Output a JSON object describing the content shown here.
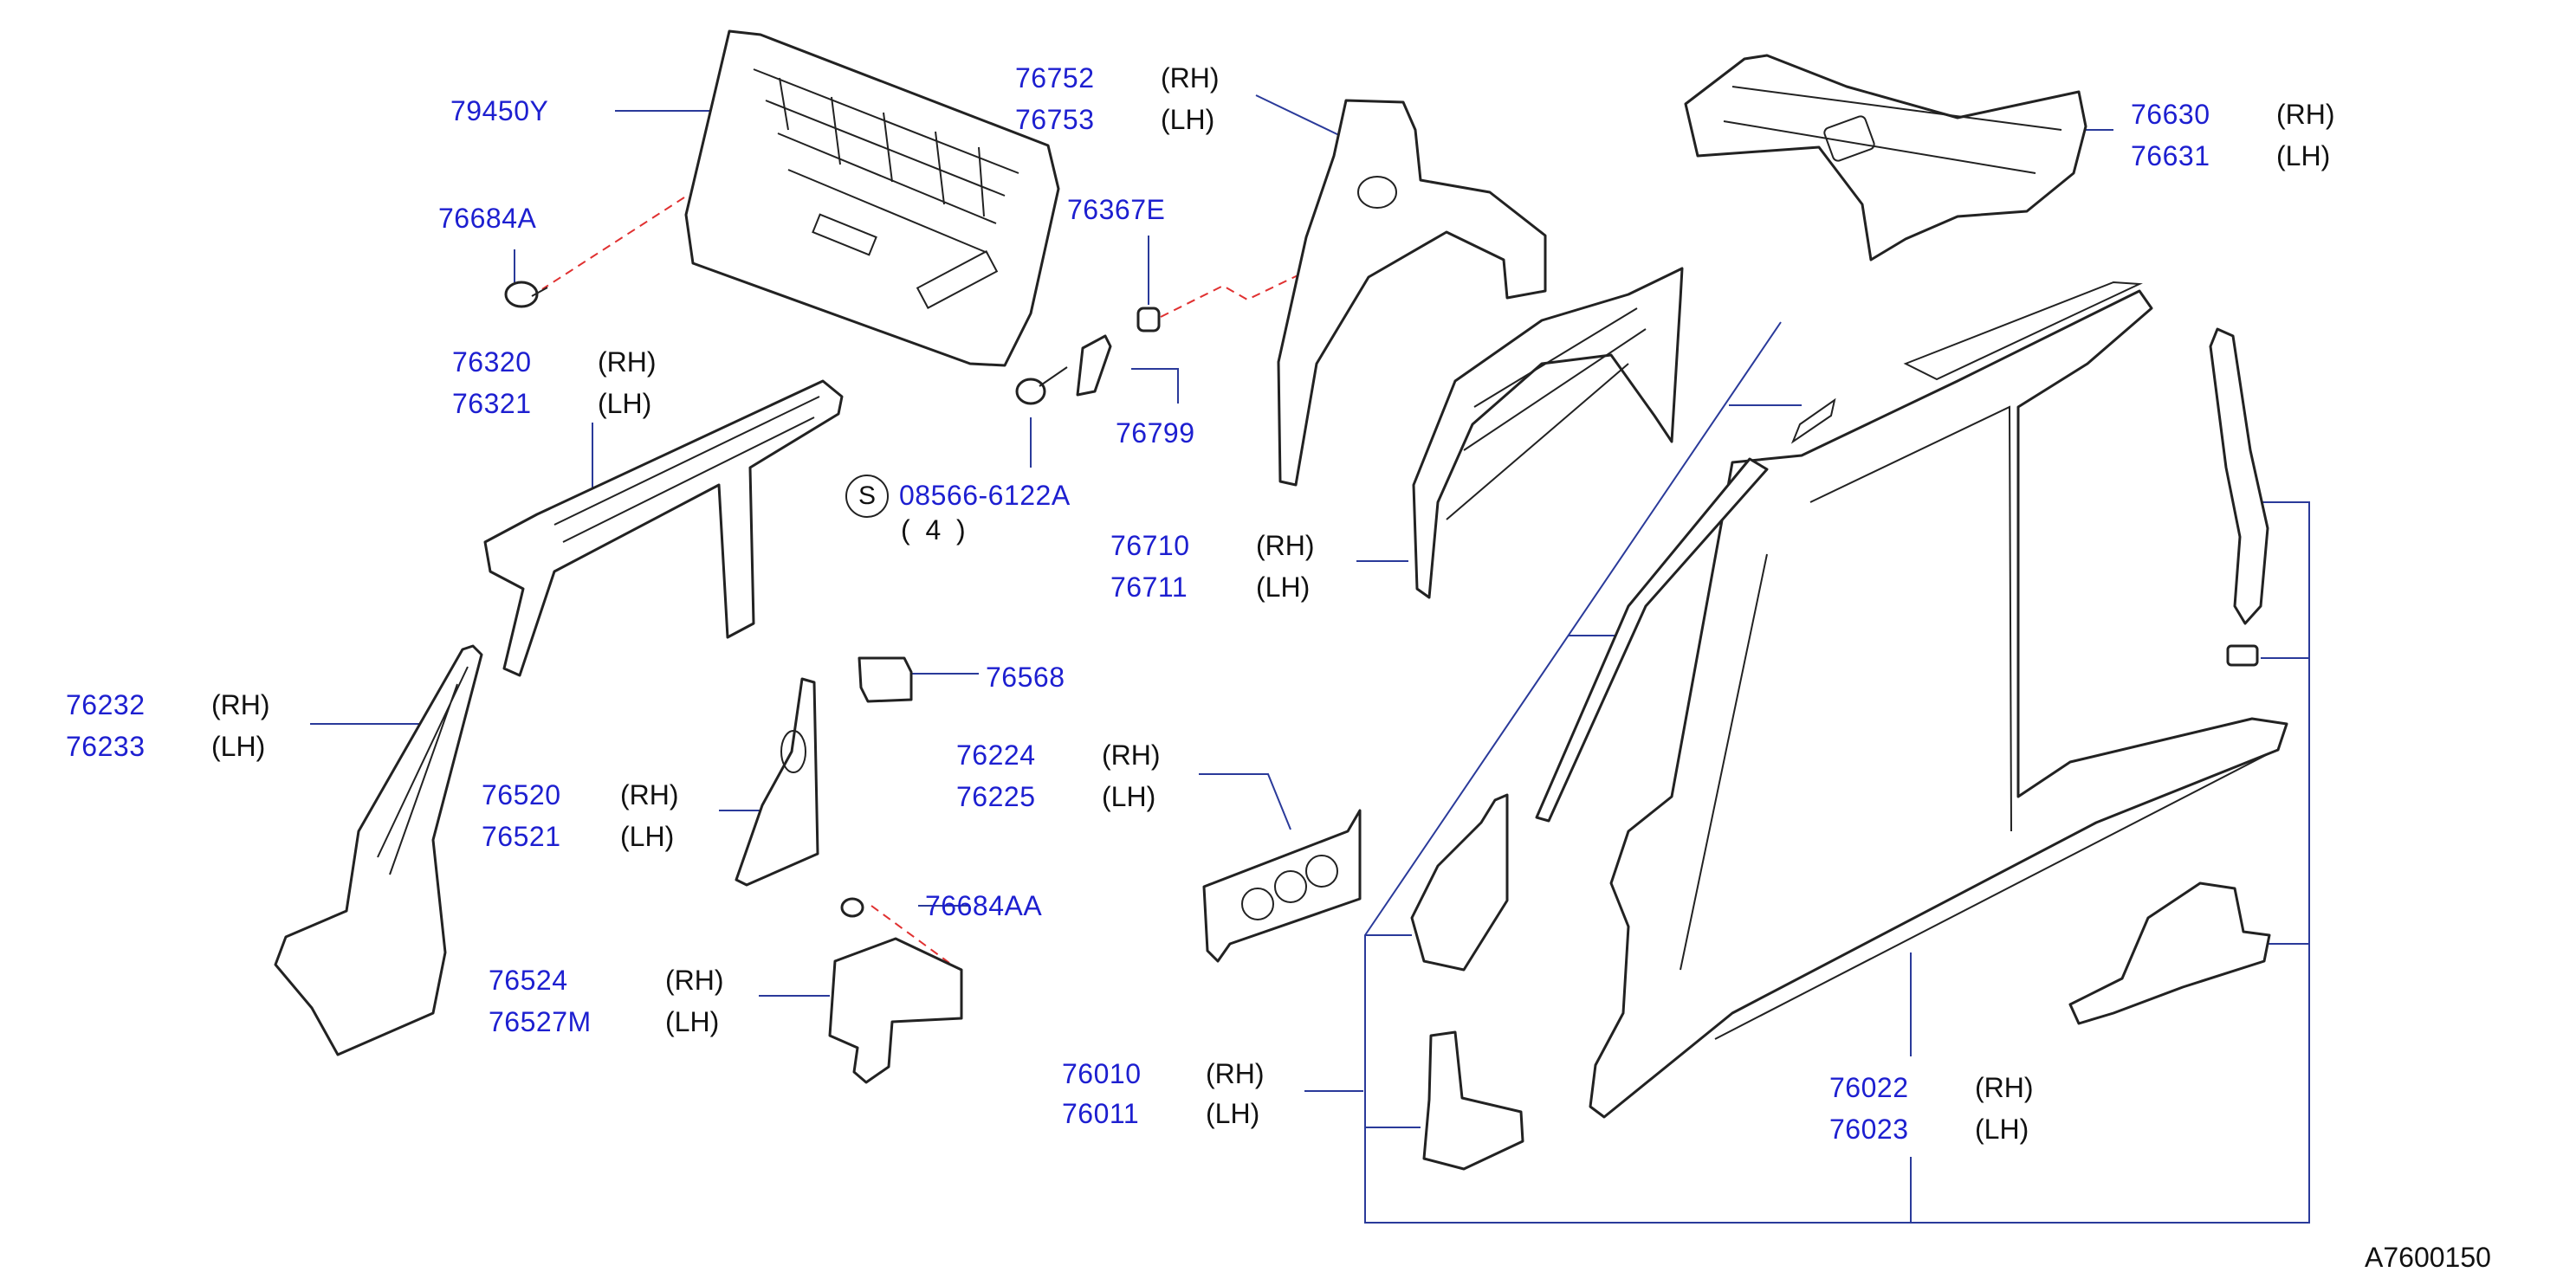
{
  "diagram_ref": "A7600150",
  "colors": {
    "part_number": "#1d1fd0",
    "leader": "#2a3a9a",
    "dashed": "#e03030",
    "outline": "#222222"
  },
  "parts": [
    {
      "id": "p79450Y",
      "number": "79450Y",
      "side": ""
    },
    {
      "id": "p76684A",
      "number": "76684A",
      "side": ""
    },
    {
      "id": "p76320",
      "number": "76320",
      "side": "(RH)"
    },
    {
      "id": "p76321",
      "number": "76321",
      "side": "(LH)"
    },
    {
      "id": "p76232",
      "number": "76232",
      "side": "(RH)"
    },
    {
      "id": "p76233",
      "number": "76233",
      "side": "(LH)"
    },
    {
      "id": "p76520",
      "number": "76520",
      "side": "(RH)"
    },
    {
      "id": "p76521",
      "number": "76521",
      "side": "(LH)"
    },
    {
      "id": "p76524",
      "number": "76524",
      "side": "(RH)"
    },
    {
      "id": "p76527M",
      "number": "76527M",
      "side": "(LH)"
    },
    {
      "id": "p76752",
      "number": "76752",
      "side": "(RH)"
    },
    {
      "id": "p76753",
      "number": "76753",
      "side": "(LH)"
    },
    {
      "id": "p76367E",
      "number": "76367E",
      "side": ""
    },
    {
      "id": "p76799",
      "number": "76799",
      "side": ""
    },
    {
      "id": "p08566",
      "number": "08566-6122A",
      "side": ""
    },
    {
      "id": "p76568",
      "number": "76568",
      "side": ""
    },
    {
      "id": "p76224",
      "number": "76224",
      "side": "(RH)"
    },
    {
      "id": "p76225",
      "number": "76225",
      "side": "(LH)"
    },
    {
      "id": "p76684AA",
      "number": "76684AA",
      "side": ""
    },
    {
      "id": "p76010",
      "number": "76010",
      "side": "(RH)"
    },
    {
      "id": "p76011",
      "number": "76011",
      "side": "(LH)"
    },
    {
      "id": "p76710",
      "number": "76710",
      "side": "(RH)"
    },
    {
      "id": "p76711",
      "number": "76711",
      "side": "(LH)"
    },
    {
      "id": "p76630",
      "number": "76630",
      "side": "(RH)"
    },
    {
      "id": "p76631",
      "number": "76631",
      "side": "(LH)"
    },
    {
      "id": "p76022",
      "number": "76022",
      "side": "(RH)"
    },
    {
      "id": "p76023",
      "number": "76023",
      "side": "(LH)"
    }
  ],
  "standard_part": {
    "symbol": "S",
    "quantity": "(  4  )"
  }
}
